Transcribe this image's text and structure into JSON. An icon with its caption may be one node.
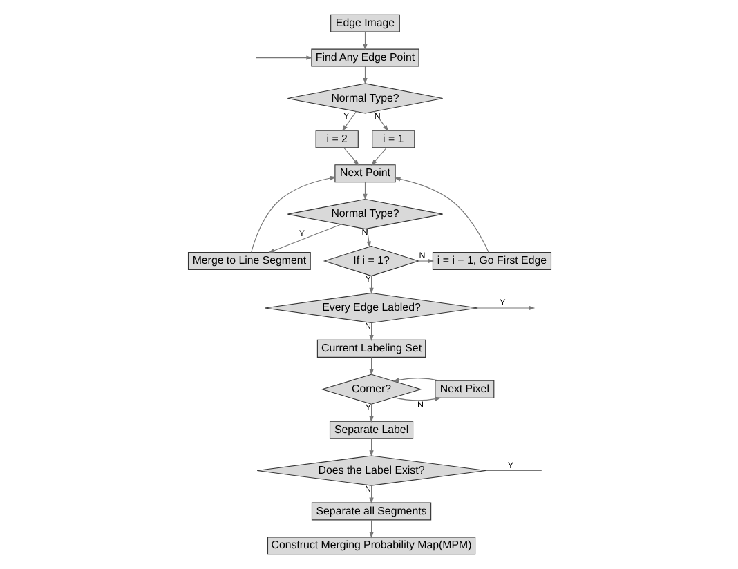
{
  "diagram": {
    "nodes": [
      {
        "text": [
          "Edge Image"
        ]
      },
      {
        "text": [
          "Find Any Edge Point"
        ]
      },
      {
        "text": [
          "Normal Type?"
        ]
      },
      {
        "text": [
          "i = 2"
        ]
      },
      {
        "text": [
          "i = 1"
        ]
      },
      {
        "text": [
          "Next Point"
        ]
      },
      {
        "text": [
          "Normal Type?"
        ]
      },
      {
        "text": [
          "Merge to Line Segment"
        ]
      },
      {
        "text": [
          "If i = 1?"
        ]
      },
      {
        "text": [
          "i = i − 1, Go First Edge"
        ]
      },
      {
        "text": [
          "Every Edge Labled?"
        ]
      },
      {
        "text": [
          "Current Labeling Set"
        ]
      },
      {
        "text": [
          "Next Pixel"
        ]
      },
      {
        "text": [
          "Corner?"
        ]
      },
      {
        "text": [
          "Separate Label"
        ]
      },
      {
        "text": [
          "Does the Label Exist?"
        ]
      },
      {
        "text": [
          "Separate all Segments"
        ]
      },
      {
        "text": [
          "Construct Merging Probability Map(MPM)"
        ]
      }
    ],
    "edges": [
      {
        "from": 0,
        "to": 1,
        "arrow": "to"
      },
      {
        "from": 1,
        "to": 2,
        "arrow": "to"
      },
      {
        "from": 2,
        "to": 3,
        "arrow": "to",
        "label": "Y"
      },
      {
        "from": 2,
        "to": 4,
        "arrow": "to",
        "label": "N"
      },
      {
        "from": 3,
        "to": 5,
        "arrow": "to"
      },
      {
        "from": 4,
        "to": 5,
        "arrow": "to"
      },
      {
        "from": 5,
        "to": 6,
        "arrow": "to"
      },
      {
        "from": 6,
        "to": 7,
        "arrow": "to",
        "label": "Y"
      },
      {
        "from": 7,
        "to": 5,
        "arrow": "to"
      },
      {
        "from": 6,
        "to": 8,
        "arrow": "to",
        "label": "N"
      },
      {
        "from": 8,
        "to": 9,
        "arrow": "to",
        "label": "N"
      },
      {
        "from": 8,
        "to": 10,
        "arrow": "to",
        "label": "Y"
      },
      {
        "from": 9,
        "to": 5,
        "arrow": "to"
      },
      {
        "from": 10,
        "to": 11,
        "arrow": "to",
        "label": "N"
      },
      {
        "from": 10,
        "to": null,
        "arrow": "to",
        "label": "Y"
      },
      {
        "from": null,
        "to": 1,
        "arrow": "to"
      },
      {
        "from": 11,
        "to": 13,
        "arrow": "to"
      },
      {
        "from": 13,
        "to": 12,
        "arrow": "to",
        "label": "N"
      },
      {
        "from": 12,
        "to": 13,
        "arrow": "to"
      },
      {
        "from": 13,
        "to": 14,
        "arrow": "to",
        "label": "Y"
      },
      {
        "from": 14,
        "to": 15,
        "arrow": "to"
      },
      {
        "from": 15,
        "to": 16,
        "arrow": "to",
        "label": "N"
      },
      {
        "from": 15,
        "to": null,
        "arrow": "none",
        "label": "Y"
      },
      {
        "from": 16,
        "to": 17,
        "arrow": "to"
      }
    ]
  }
}
